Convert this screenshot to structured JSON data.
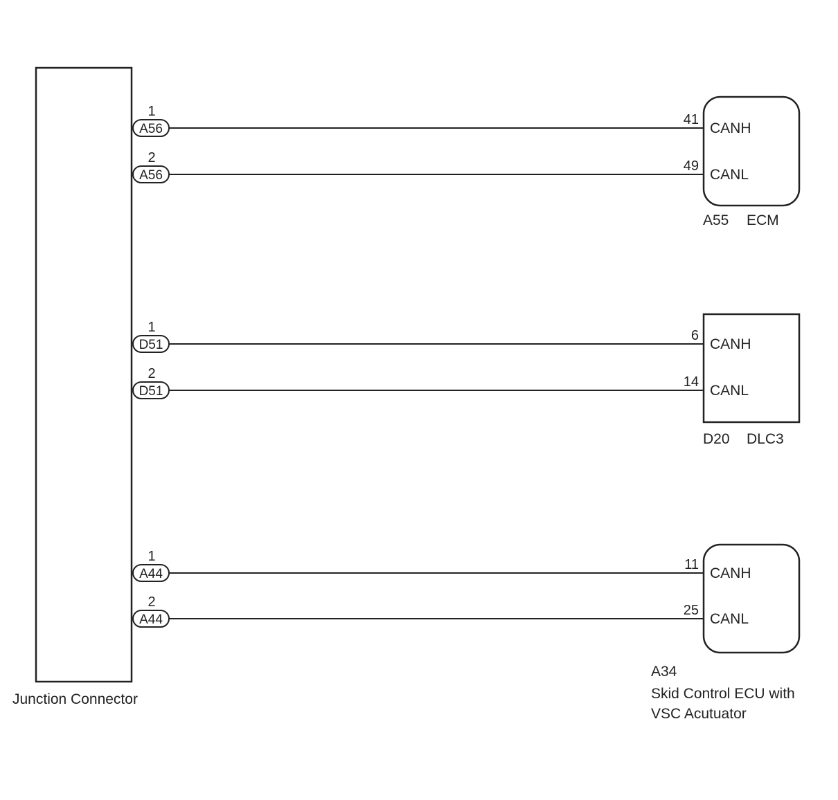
{
  "junction": {
    "label": "Junction Connector"
  },
  "wires": [
    {
      "connector": "A56",
      "junction_pin": "1",
      "device_pin": "41",
      "signal": "CANH"
    },
    {
      "connector": "A56",
      "junction_pin": "2",
      "device_pin": "49",
      "signal": "CANL"
    },
    {
      "connector": "D51",
      "junction_pin": "1",
      "device_pin": "6",
      "signal": "CANH"
    },
    {
      "connector": "D51",
      "junction_pin": "2",
      "device_pin": "14",
      "signal": "CANL"
    },
    {
      "connector": "A44",
      "junction_pin": "1",
      "device_pin": "11",
      "signal": "CANH"
    },
    {
      "connector": "A44",
      "junction_pin": "2",
      "device_pin": "25",
      "signal": "CANL"
    }
  ],
  "devices": [
    {
      "code": "A55",
      "name": "ECM",
      "shape": "rounded"
    },
    {
      "code": "D20",
      "name": "DLC3",
      "shape": "square"
    },
    {
      "code": "A34",
      "name_lines": [
        "Skid Control ECU with",
        "VSC Acutuator"
      ],
      "shape": "rounded"
    }
  ],
  "colors": {
    "line": "#222222",
    "background": "#ffffff"
  }
}
